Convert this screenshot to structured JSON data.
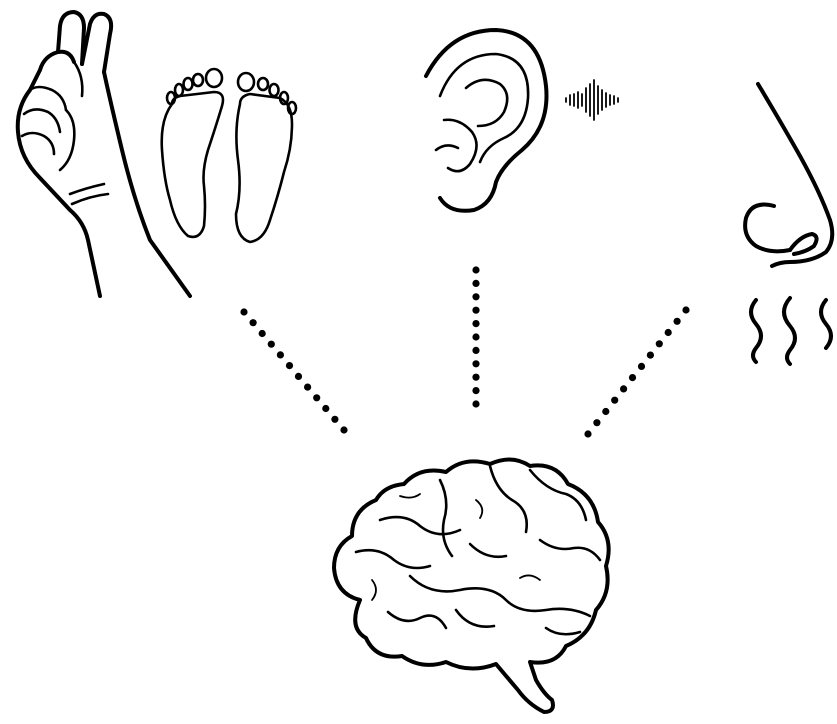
{
  "diagram": {
    "icons": [
      {
        "id": "touch",
        "name": "hand-fingers-crossed-icon",
        "note_icon": "hand + bare feet"
      },
      {
        "id": "feet",
        "name": "feet-soles-icon"
      },
      {
        "id": "hearing",
        "name": "ear-icon"
      },
      {
        "id": "sound",
        "name": "sound-wave-icon"
      },
      {
        "id": "smell",
        "name": "nose-icon"
      },
      {
        "id": "odor",
        "name": "odor-waves-icon"
      },
      {
        "id": "brain",
        "name": "brain-icon"
      }
    ],
    "connectors": [
      {
        "from": "touch",
        "to": "brain",
        "style": "dotted"
      },
      {
        "from": "hearing",
        "to": "brain",
        "style": "dotted"
      },
      {
        "from": "smell",
        "to": "brain",
        "style": "dotted"
      }
    ],
    "colors": {
      "ink": "#000000",
      "background": "#ffffff"
    }
  }
}
